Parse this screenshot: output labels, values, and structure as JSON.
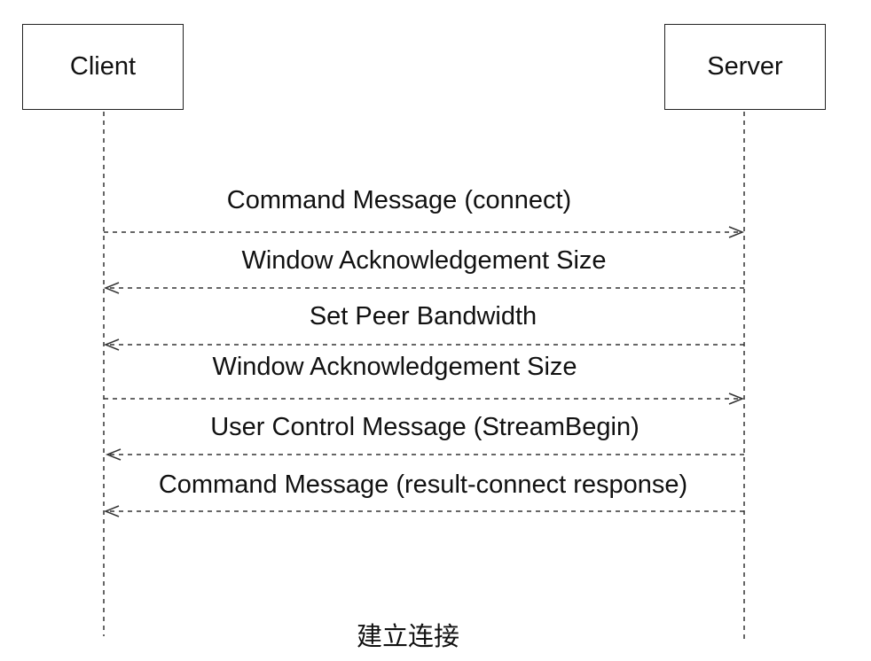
{
  "participants": {
    "client": "Client",
    "server": "Server"
  },
  "messages": [
    {
      "label": "Command Message (connect)",
      "direction": "client-to-server"
    },
    {
      "label": "Window Acknowledgement Size",
      "direction": "server-to-client"
    },
    {
      "label": "Set Peer Bandwidth",
      "direction": "server-to-client"
    },
    {
      "label": "Window Acknowledgement Size",
      "direction": "client-to-server"
    },
    {
      "label": "User Control Message (StreamBegin)",
      "direction": "server-to-client"
    },
    {
      "label": "Command Message (result-connect response)",
      "direction": "server-to-client"
    }
  ],
  "caption": "建立连接",
  "colors": {
    "line": "#333333",
    "text": "#111111"
  }
}
